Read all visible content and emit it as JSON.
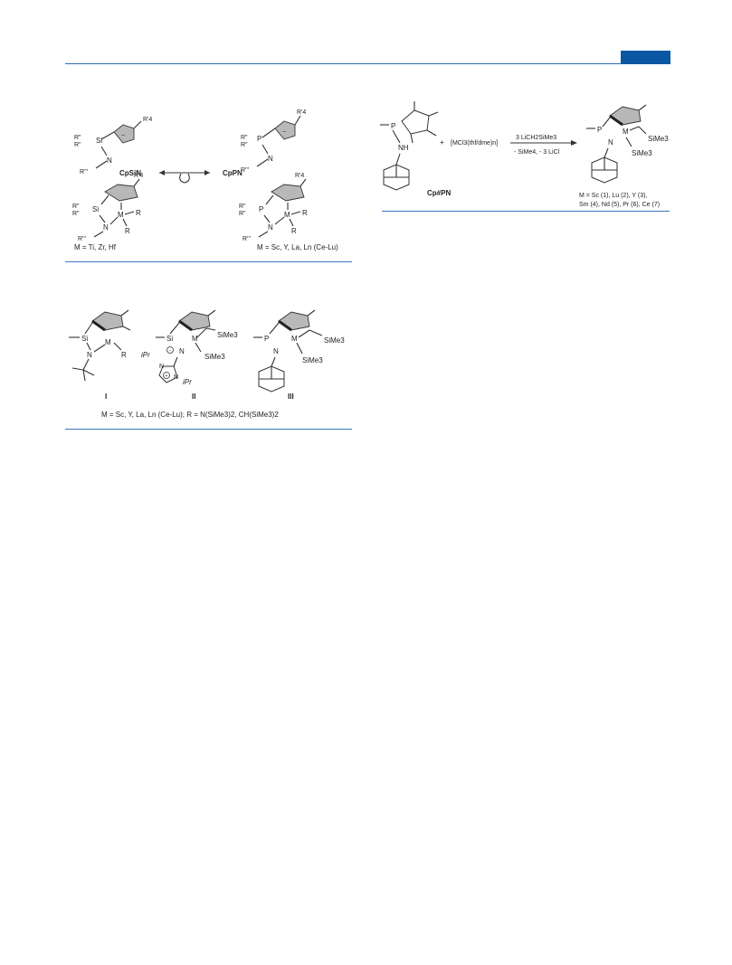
{
  "header": {
    "accent": "#0b57a4",
    "rule": "#2b6cb0"
  },
  "scheme1": {
    "left_label": "CpSiN",
    "right_label": "CpPN",
    "arrow_icon": "equilibrium-arrow-icon",
    "si": "Si",
    "p": "P",
    "n": "N",
    "m": "M",
    "r": "R",
    "r4": "R'4",
    "r2": "R\"",
    "r3": "R'''",
    "left_caption": "M = Ti, Zr, Hf",
    "right_caption": "M = Sc, Y, La, Ln (Ce-Lu)"
  },
  "scheme2": {
    "label_I": "I",
    "label_II": "II",
    "label_III": "III",
    "sime3": "SiMe3",
    "ipr": "iPr",
    "caption": "M = Sc, Y, La, Ln (Ce-Lu); R = N(SiMe3)2, CH(SiMe3)2"
  },
  "scheme3": {
    "ligand_label": "Cp#PN",
    "nh": "NH",
    "plus": "+",
    "reagent": "[MCl3(thf/dme)n]",
    "above_arrow": "3 LiCH2SiMe3",
    "below_arrow": "- SiMe4, - 3 LiCl",
    "caption_line1": "M = Sc (1), Lu (2), Y (3),",
    "caption_line2": "Sm (4), Nd (5), Pr (6), Ce (7)"
  }
}
